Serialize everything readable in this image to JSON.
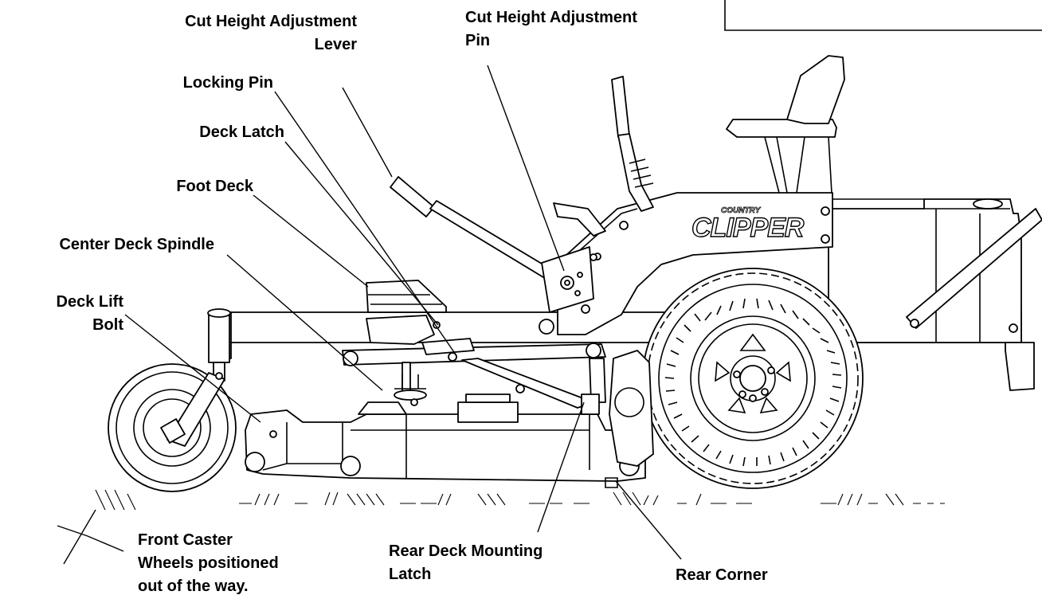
{
  "labels": {
    "cut_lever_l1": "Cut Height Adjustment",
    "cut_lever_l2": "Lever",
    "cut_pin_l1": "Cut Height Adjustment",
    "cut_pin_l2": "Pin",
    "locking_pin": "Locking Pin",
    "deck_latch": "Deck Latch",
    "foot_deck": "Foot Deck",
    "center_spindle": "Center Deck Spindle",
    "deck_lift_l1": "Deck Lift",
    "deck_lift_l2": "Bolt",
    "caster_l1": "Front Caster",
    "caster_l2": "Wheels positioned",
    "caster_l3": "out of the way.",
    "rear_mount_l1": "Rear Deck Mounting",
    "rear_mount_l2": "Latch",
    "rear_corner": "Rear Corner"
  },
  "brand": {
    "logo_top": "COUNTRY",
    "logo_main": "CLIPPER"
  },
  "colors": {
    "ink": "#000000",
    "paper": "#ffffff"
  }
}
